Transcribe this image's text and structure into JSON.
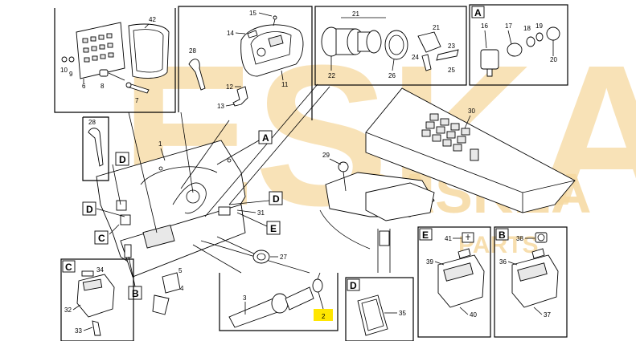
{
  "watermark": {
    "big": "ESKA",
    "small": "CASKEA",
    "sub": "PARTS",
    "color": "#f6d9a0"
  },
  "highlight_color": "#ffe600",
  "callouts": {
    "c1": "1",
    "c2": "2",
    "c3": "3",
    "c4": "4",
    "c5": "5",
    "c6": "6",
    "c7": "7",
    "c8": "8",
    "c9": "9",
    "c10": "10",
    "c11": "11",
    "c12": "12",
    "c13": "13",
    "c14": "14",
    "c15": "15",
    "c16": "16",
    "c17": "17",
    "c18": "18",
    "c19": "19",
    "c20": "20",
    "c21a": "21",
    "c21b": "21",
    "c22": "22",
    "c23": "23",
    "c24": "24",
    "c25": "25",
    "c26": "26",
    "c27": "27",
    "c28a": "28",
    "c28b": "28",
    "c29": "29",
    "c30": "30",
    "c31": "31",
    "c32": "32",
    "c33": "33",
    "c34": "34",
    "c35": "35",
    "c36": "36",
    "c37": "37",
    "c38": "38",
    "c39": "39",
    "c40": "40",
    "c41": "41",
    "c42": "42"
  },
  "box_labels": {
    "A_detail": "A",
    "A_ref": "A",
    "B_detail": "B",
    "B_ref": "B",
    "C_detail": "C",
    "C_ref": "C",
    "D_detail": "D",
    "D_ref1": "D",
    "D_ref2": "D",
    "D_ref3": "D",
    "E_detail": "E",
    "E_ref": "E"
  }
}
